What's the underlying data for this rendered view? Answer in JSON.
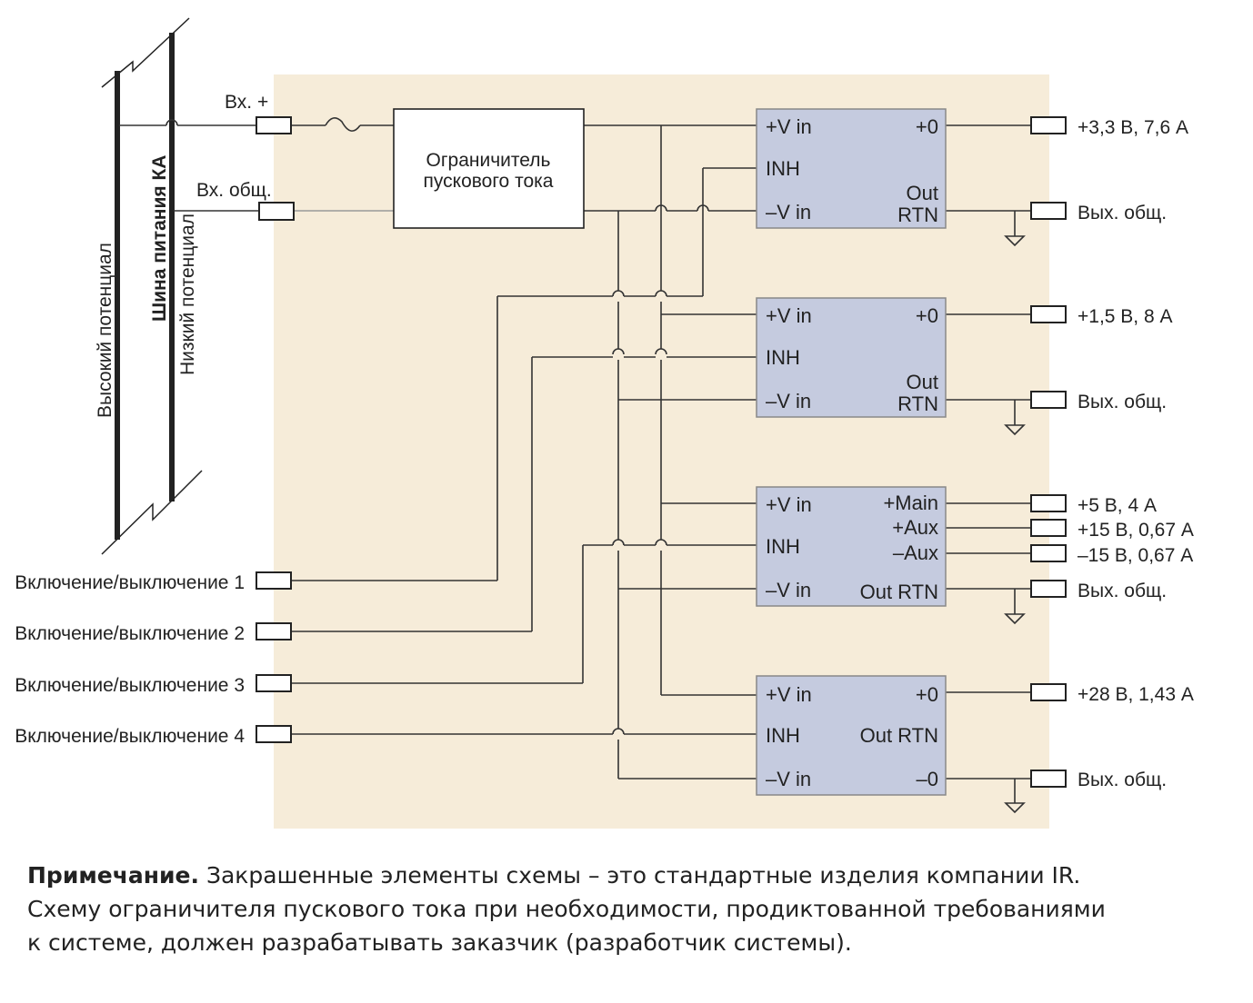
{
  "colors": {
    "panel": "#f6ecd9",
    "module": "#c5cbdf",
    "wire": "#333333"
  },
  "bus": {
    "high_label": "Высокий потенциал",
    "title": "Шина питания КА",
    "low_label": "Низкий потенциал"
  },
  "inputs": {
    "plus": "Вх. +",
    "common": "Вх. общ."
  },
  "limiter": {
    "line1": "Ограничитель",
    "line2": "пускового тока"
  },
  "enable": [
    "Включение/выключение 1",
    "Включение/выключение 2",
    "Включение/выключение 3",
    "Включение/выключение 4"
  ],
  "modules": [
    {
      "vin": "+V in",
      "inh": "INH",
      "vminus": "–V in",
      "out_top": "+0",
      "out_rtn_1": "Out",
      "out_rtn_2": "RTN"
    },
    {
      "vin": "+V in",
      "inh": "INH",
      "vminus": "–V in",
      "out_top": "+0",
      "out_rtn_1": "Out",
      "out_rtn_2": "RTN"
    },
    {
      "vin": "+V in",
      "inh": "INH",
      "vminus": "–V in",
      "out_main": "+Main",
      "out_aux_p": "+Aux",
      "out_aux_m": "–Aux",
      "out_rtn": "Out RTN"
    },
    {
      "vin": "+V in",
      "inh": "INH",
      "vminus": "–V in",
      "out_top": "+0",
      "out_mid": "Out RTN",
      "out_bottom": "–0"
    }
  ],
  "outputs": [
    "+3,3 В, 7,6 А",
    "Вых. общ.",
    "+1,5 В, 8 А",
    "Вых. общ.",
    "+5 В, 4 А",
    "+15 В, 0,67 А",
    "–15 В, 0,67 А",
    "Вых. общ.",
    "+28 В, 1,43 А",
    "Вых. общ."
  ],
  "note": {
    "bold": "Примечание.",
    "line1": " Закрашенные элементы схемы – это стандартные изделия компании IR.",
    "line2": "Схему ограничителя пускового тока при необходимости, продиктованной требованиями",
    "line3": "к системе, должен разрабатывать заказчик (разработчик системы)."
  }
}
